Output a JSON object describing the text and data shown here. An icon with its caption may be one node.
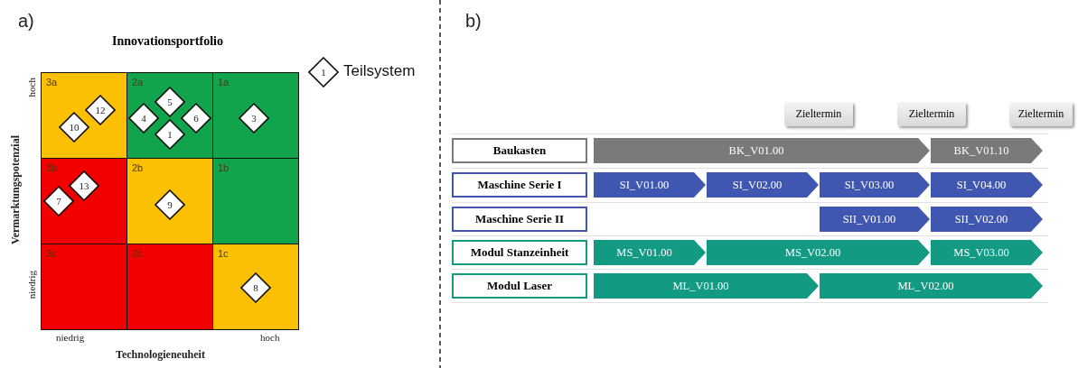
{
  "diagram": {
    "title": "Innovationsportfolio",
    "nodes": [
      {
        "text": [
          "3a"
        ]
      },
      {
        "text": [
          "12"
        ],
        "in": 0
      },
      {
        "text": [
          "10"
        ],
        "in": 0
      },
      {
        "text": [
          "2a"
        ]
      },
      {
        "text": [
          "5"
        ],
        "in": 3
      },
      {
        "text": [
          "4"
        ],
        "in": 3
      },
      {
        "text": [
          "6"
        ],
        "in": 3
      },
      {
        "text": [
          "1"
        ],
        "in": 3
      },
      {
        "text": [
          "1a"
        ]
      },
      {
        "text": [
          "3"
        ],
        "in": 8
      },
      {
        "text": [
          "3b"
        ]
      },
      {
        "text": [
          "13"
        ],
        "in": 10
      },
      {
        "text": [
          "7"
        ],
        "in": 10
      },
      {
        "text": [
          "2b"
        ]
      },
      {
        "text": [
          "9"
        ],
        "in": 13
      },
      {
        "text": [
          "1b"
        ]
      },
      {
        "text": [
          "3c"
        ]
      },
      {
        "text": [
          "2c"
        ]
      },
      {
        "text": [
          "1c"
        ]
      },
      {
        "text": [
          "8"
        ],
        "in": 18
      },
      {
        "text": [
          "1"
        ],
        "beside": [
          "Teilsystem"
        ]
      },
      {
        "text": [
          "Zieltermin"
        ]
      },
      {
        "text": [
          "Zieltermin"
        ]
      },
      {
        "text": [
          "Zieltermin"
        ]
      },
      {
        "text": [
          "Baukasten"
        ]
      },
      {
        "text": [
          "BK_V01.00"
        ]
      },
      {
        "text": [
          "BK_V01.10"
        ]
      },
      {
        "text": [
          "Maschine Serie I"
        ]
      },
      {
        "text": [
          "SI_V01.00"
        ]
      },
      {
        "text": [
          "SI_V02.00"
        ]
      },
      {
        "text": [
          "SI_V03.00"
        ]
      },
      {
        "text": [
          "SI_V04.00"
        ]
      },
      {
        "text": [
          "Maschine Serie II"
        ]
      },
      {
        "text": [
          "SII_V01.00"
        ]
      },
      {
        "text": [
          "SII_V02.00"
        ]
      },
      {
        "text": [
          "Modul Stanzeinheit"
        ]
      },
      {
        "text": [
          "MS_V01.00"
        ]
      },
      {
        "text": [
          "MS_V02.00"
        ]
      },
      {
        "text": [
          "MS_V03.00"
        ]
      },
      {
        "text": [
          "Modul Laser"
        ]
      },
      {
        "text": [
          "ML_V01.00"
        ]
      },
      {
        "text": [
          "ML_V02.00"
        ]
      }
    ],
    "labels": [
      "a)",
      "b)",
      "hoch",
      "Vermarktungspotenzial",
      "niedrig",
      "niedrig",
      "hoch",
      "Technologieneuheit"
    ]
  }
}
